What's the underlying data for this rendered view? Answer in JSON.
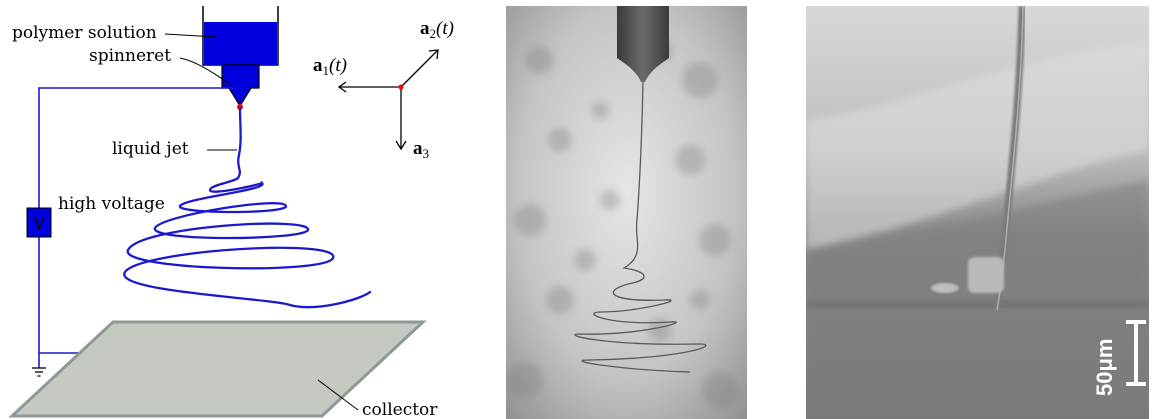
{
  "schematic": {
    "labels": {
      "polymer_solution": "polymer solution",
      "spinneret": "spinneret",
      "liquid_jet": "liquid jet",
      "high_voltage": "high voltage",
      "voltage_symbol": "V",
      "collector": "collector"
    },
    "axes": {
      "a1_bold": "a",
      "a1_sub": "1",
      "a1_arg": "(t)",
      "a2_bold": "a",
      "a2_sub": "2",
      "a2_arg": "(t)",
      "a3_bold": "a",
      "a3_sub": "3"
    },
    "colors": {
      "solution": "#0000dd",
      "wire": "#1a1acc",
      "collector_fill": "#c4c9c1",
      "collector_edge": "#8e9a93",
      "tip_dot": "#e01010"
    }
  },
  "photo_jet": {},
  "photo_micro": {
    "scale_label": "50μm"
  }
}
